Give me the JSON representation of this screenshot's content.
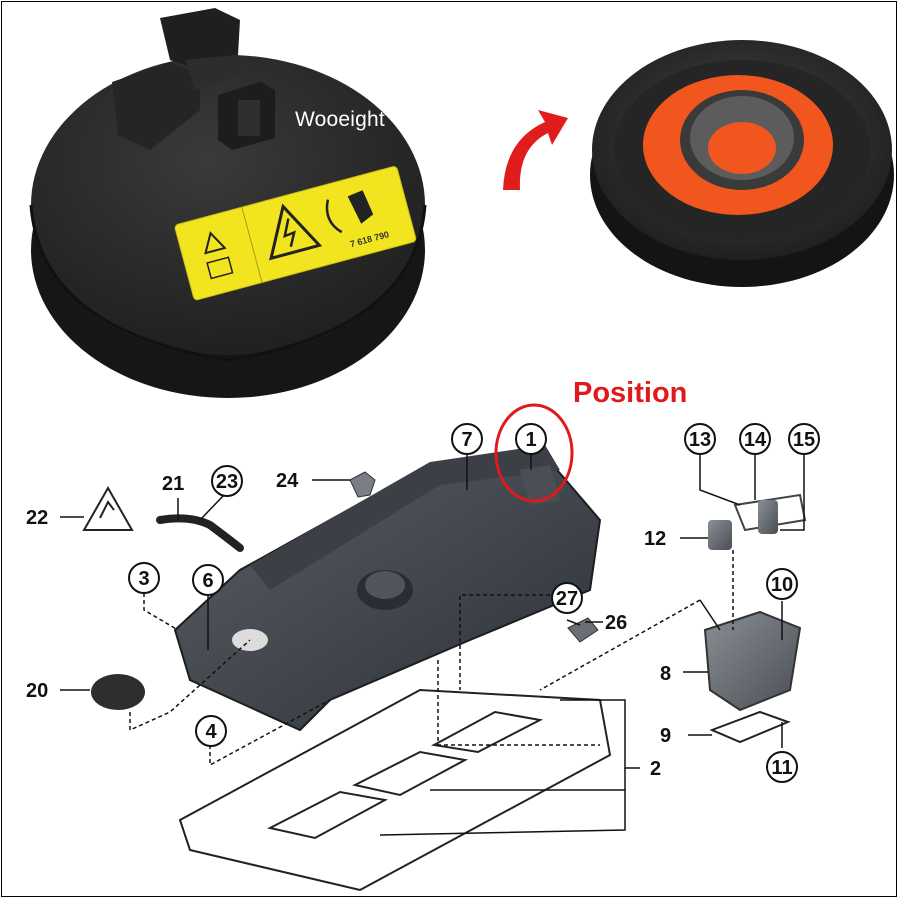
{
  "watermark": "Wooeight",
  "heading": "Position",
  "label_code": "7 618 790",
  "colors": {
    "cap_body": "#2b2b2b",
    "warning_label": "#f2e51f",
    "membrane": "#f0561e",
    "arrow": "#e01c1c",
    "highlight_ring": "#e0191c"
  },
  "callouts": {
    "c1": "1",
    "c2": "2",
    "c3": "3",
    "c4": "4",
    "c6": "6",
    "c7": "7",
    "c8": "8",
    "c9": "9",
    "c10": "10",
    "c11": "11",
    "c12": "12",
    "c13": "13",
    "c14": "14",
    "c15": "15",
    "c20": "20",
    "c21": "21",
    "c22": "22",
    "c23": "23",
    "c24": "24",
    "c26": "26",
    "c27": "27"
  }
}
